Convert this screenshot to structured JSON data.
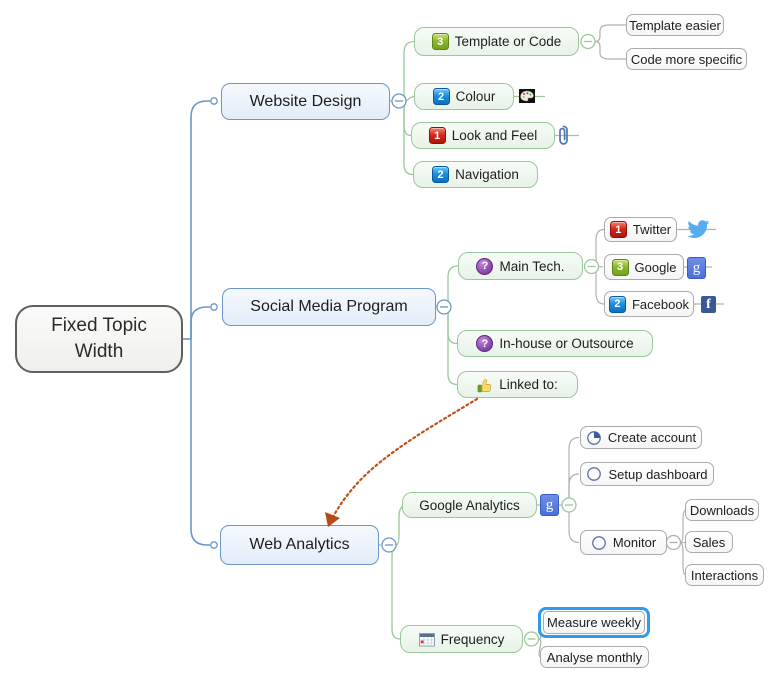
{
  "root": {
    "label": "Fixed Topic Width"
  },
  "branches": [
    {
      "label": "Website Design",
      "children": [
        {
          "label": "Template or Code",
          "priority": "3",
          "children": [
            {
              "label": "Template easier"
            },
            {
              "label": "Code more specific"
            }
          ]
        },
        {
          "label": "Colour",
          "priority": "2",
          "attachment": "image-palette"
        },
        {
          "label": "Look and Feel",
          "priority": "1",
          "attachment": "paperclip"
        },
        {
          "label": "Navigation",
          "priority": "2"
        }
      ]
    },
    {
      "label": "Social Media Program",
      "children": [
        {
          "label": "Main Tech.",
          "icon": "question-mark",
          "children": [
            {
              "label": "Twitter",
              "priority": "1",
              "attachment": "twitter-logo"
            },
            {
              "label": "Google",
              "priority": "3",
              "attachment": "google-plus-logo"
            },
            {
              "label": "Facebook",
              "priority": "2",
              "attachment": "facebook-logo"
            }
          ]
        },
        {
          "label": "In-house or Outsource",
          "icon": "question-mark"
        },
        {
          "label": "Linked to:",
          "icon": "thumbs-up"
        }
      ]
    },
    {
      "label": "Web Analytics",
      "children": [
        {
          "label": "Google Analytics",
          "attachment": "google-plus-logo",
          "children": [
            {
              "label": "Create account",
              "icon": "progress-quarter"
            },
            {
              "label": "Setup dashboard",
              "icon": "progress-none"
            },
            {
              "label": "Monitor",
              "icon": "progress-none",
              "children": [
                {
                  "label": "Downloads"
                },
                {
                  "label": "Sales"
                },
                {
                  "label": "Interactions"
                }
              ]
            }
          ]
        },
        {
          "label": "Frequency",
          "icon": "calendar",
          "children": [
            {
              "label": "Measure weekly",
              "selected": true
            },
            {
              "label": "Analyse monthly"
            }
          ]
        }
      ]
    }
  ],
  "relationship": {
    "from": "Linked to:",
    "to": "Web Analytics",
    "style": "dotted-arrow",
    "color": "#c0511d"
  },
  "selection": {
    "selected_topic": "Measure weekly",
    "color": "#2d9bf0"
  },
  "collapse_glyph": "−",
  "colors": {
    "main_topic_border": "#6b96c9",
    "main_topic_fill": "#e9f1fb",
    "subtopic_border": "#9cc69c",
    "subtopic_fill": "#edf6ed",
    "leaf_border": "#ababab",
    "branch_blue": "#6b96c9",
    "branch_green": "#9cc69c",
    "branch_gray": "#b0b0b0",
    "priority_red": "#d42a1e",
    "priority_blue": "#1e8fe0",
    "priority_green": "#8cb832",
    "question_purple": "#8d4bb0",
    "root_border": "#5f5f5f"
  }
}
